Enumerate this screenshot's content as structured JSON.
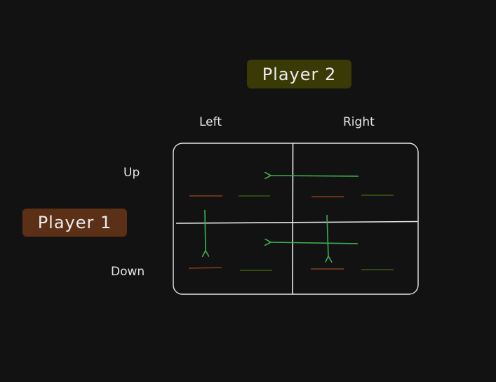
{
  "players": {
    "player1": {
      "label": "Player 1",
      "fill": "#5c2f17"
    },
    "player2": {
      "label": "Player 2",
      "fill": "#3a3a06"
    }
  },
  "columns": {
    "left": "Left",
    "right": "Right"
  },
  "rows": {
    "up": "Up",
    "down": "Down"
  },
  "colors": {
    "background": "#121212",
    "grid": "#e8e8e8",
    "arrow": "#3fae4f",
    "payoff_player1": "#8a3e1c",
    "payoff_player2": "#3d5a12"
  },
  "cells": [
    {
      "row": "Up",
      "col": "Left",
      "player1_payoff": "",
      "player2_payoff": ""
    },
    {
      "row": "Up",
      "col": "Right",
      "player1_payoff": "",
      "player2_payoff": ""
    },
    {
      "row": "Down",
      "col": "Left",
      "player1_payoff": "",
      "player2_payoff": ""
    },
    {
      "row": "Down",
      "col": "Right",
      "player1_payoff": "",
      "player2_payoff": ""
    }
  ],
  "arrows": [
    {
      "from": "Up-Right",
      "to": "Up-Left",
      "direction": "left"
    },
    {
      "from": "Down-Right",
      "to": "Down-Left",
      "direction": "left"
    },
    {
      "from": "Up-Left",
      "to": "Down-Left",
      "direction": "down"
    },
    {
      "from": "Up-Right",
      "to": "Down-Right",
      "direction": "down"
    }
  ]
}
